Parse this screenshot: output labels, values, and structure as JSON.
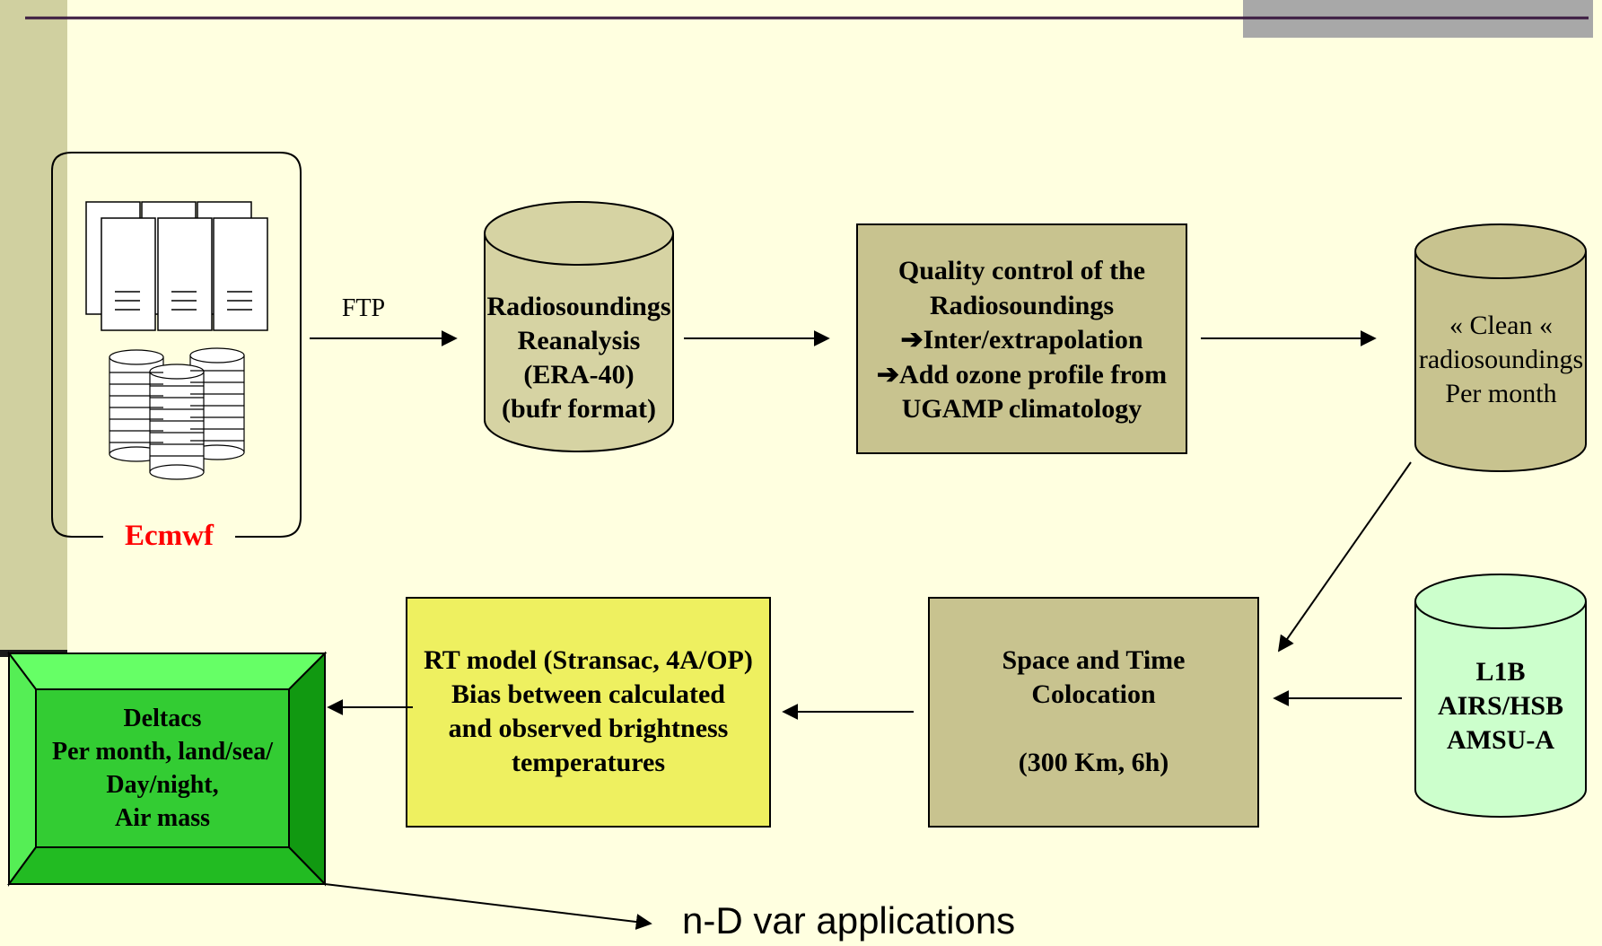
{
  "ecmwf": {
    "label": "Ecmwf",
    "label_color": "#FF0000"
  },
  "ftp": {
    "label": "FTP"
  },
  "radiosoundings_db": {
    "lines": [
      "Radiosoundings",
      "Reanalysis",
      "(ERA-40)",
      "(bufr format)"
    ],
    "fill": "#D6D3A3"
  },
  "quality_control": {
    "lines": [
      "Quality control of the",
      "Radiosoundings",
      "➔Inter/extrapolation",
      "➔Add ozone profile from",
      "UGAMP climatology"
    ],
    "fill": "#C8C38F"
  },
  "clean_db": {
    "lines": [
      "« Clean «",
      "radiosoundings",
      "Per month"
    ],
    "fill": "#C8C38F"
  },
  "l1b_db": {
    "lines": [
      "L1B",
      "AIRS/HSB",
      "AMSU-A"
    ],
    "fill": "#CCFFCC"
  },
  "colocation": {
    "lines": [
      "Space and Time",
      "Colocation",
      "",
      "(300 Km, 6h)"
    ],
    "fill": "#C8C38F"
  },
  "rt_model": {
    "lines": [
      "RT model (Stransac, 4A/OP)",
      "Bias between calculated",
      "and observed brightness",
      "temperatures"
    ],
    "fill": "#EEF060"
  },
  "deltacs": {
    "lines": [
      "Deltacs",
      "Per month, land/sea/",
      "Day/night,",
      "Air mass"
    ],
    "fill": "#33CC33"
  },
  "output": {
    "label": "n-D var applications"
  },
  "colors": {
    "background": "#FFFFE0",
    "sidebar": "#D0D0A0",
    "topline": "#3A1A40",
    "gray_bar": "#A8A8A8"
  }
}
